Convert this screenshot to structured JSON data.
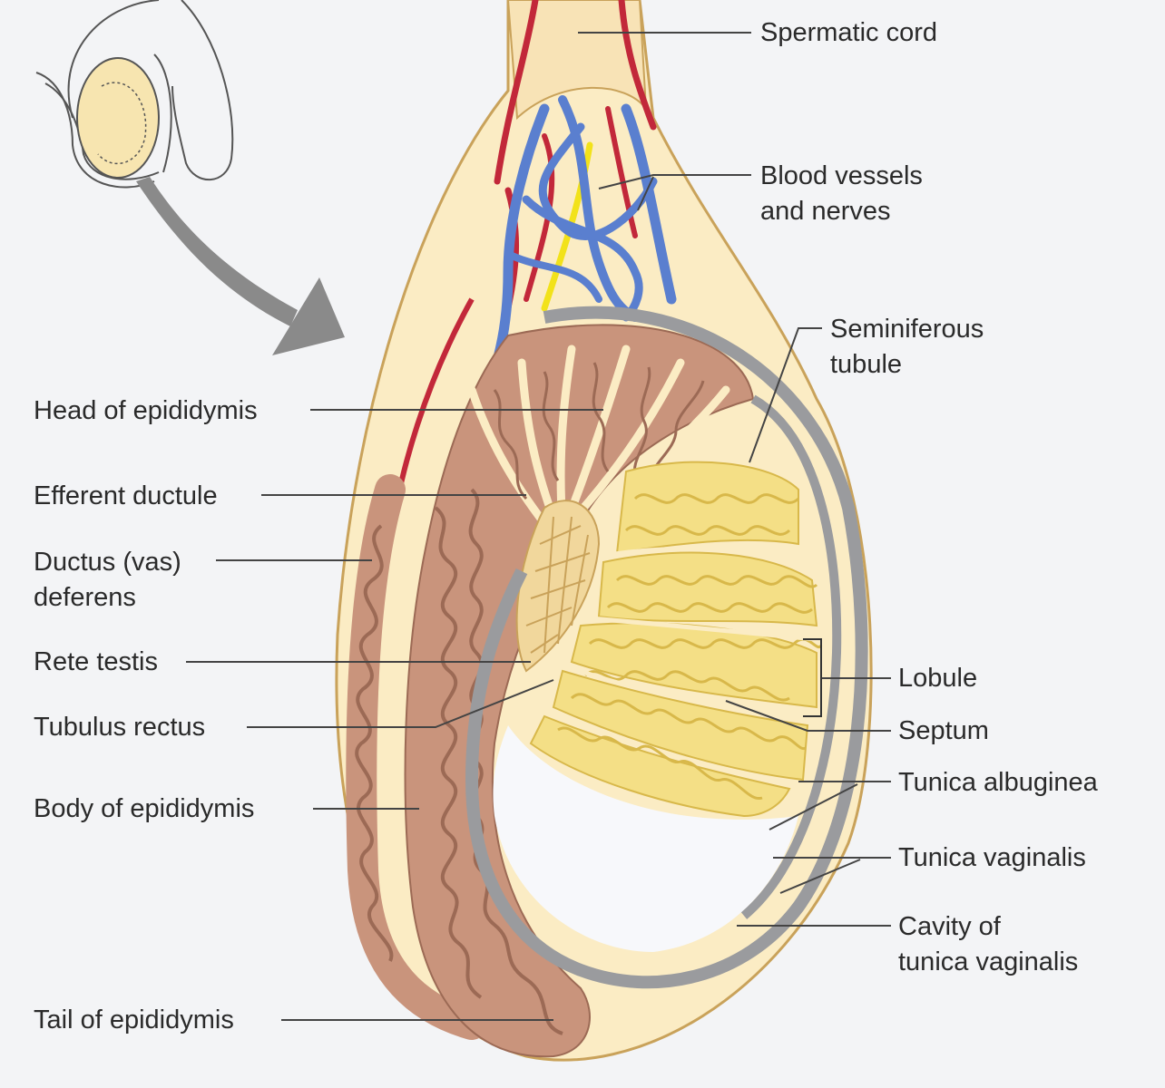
{
  "labels": {
    "spermatic_cord": "Spermatic cord",
    "blood_vessels_1": "Blood vessels",
    "blood_vessels_2": "and nerves",
    "seminiferous_1": "Seminiferous",
    "seminiferous_2": "tubule",
    "head_epididymis": "Head of epididymis",
    "efferent_ductule": "Efferent ductule",
    "ductus_1": "Ductus (vas)",
    "ductus_2": "deferens",
    "rete_testis": "Rete testis",
    "tubulus_rectus": "Tubulus rectus",
    "body_epididymis": "Body of epididymis",
    "lobule": "Lobule",
    "septum": "Septum",
    "tunica_albuginea": "Tunica albuginea",
    "tunica_vaginalis": "Tunica vaginalis",
    "cavity_1": "Cavity of",
    "cavity_2": "tunica vaginalis",
    "tail_epididymis": "Tail of epididymis"
  },
  "colors": {
    "background": "#f3f4f6",
    "skin": "#fbecc4",
    "outline": "#c9a25a",
    "epididymis": "#c9947c",
    "epididymis_dark": "#9c6a55",
    "tubule": "#f4df86",
    "tubule_dark": "#d8b84a",
    "tunica": "#9a9b9e",
    "artery": "#c2283a",
    "vein": "#5a7fcf",
    "nerve": "#f2e21a",
    "leader": "#444444",
    "arrow": "#8a8a8a"
  }
}
